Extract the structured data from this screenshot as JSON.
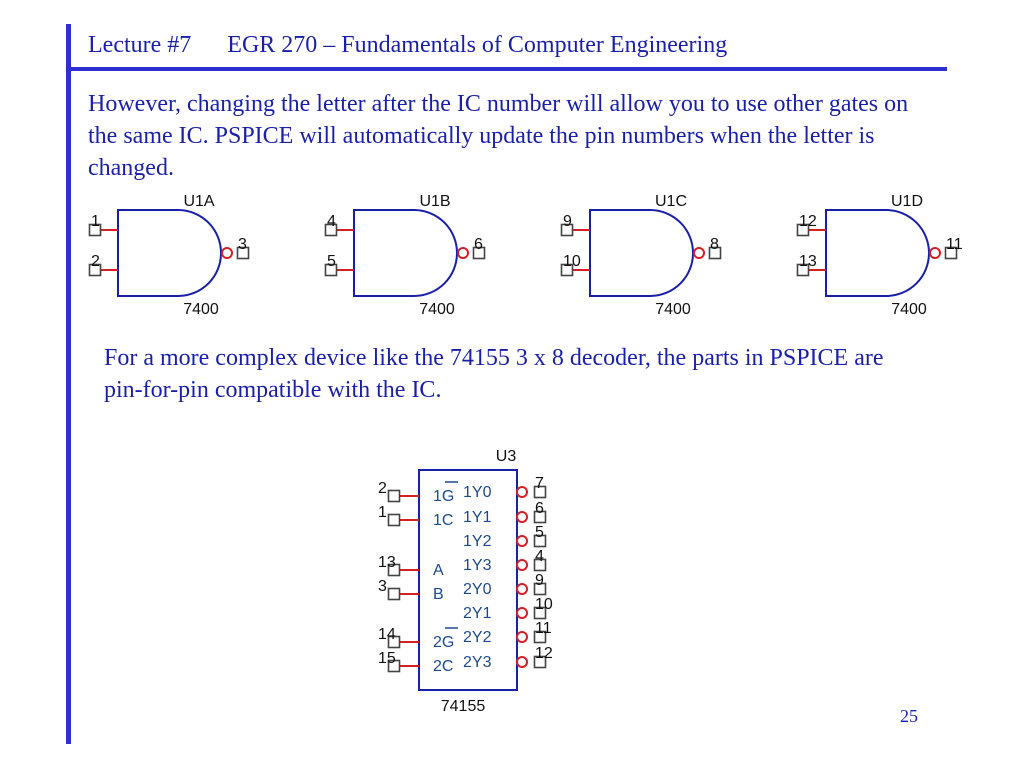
{
  "slide": {
    "header": {
      "lecture": "Lecture #7",
      "course": "EGR 270 – Fundamentals of Computer Engineering"
    },
    "paragraph1": "However, changing the letter after the IC number will allow you to use other gates on the same IC.  PSPICE will automatically update the pin numbers when the letter is changed.",
    "paragraph2": "For a more complex device like the 74155 3 x 8 decoder, the parts in PSPICE are pin-for-pin compatible with the IC.",
    "page_number": "25"
  },
  "gates": [
    {
      "ref": "U1A",
      "part": "7400",
      "in1": "1",
      "in2": "2",
      "out": "3"
    },
    {
      "ref": "U1B",
      "part": "7400",
      "in1": "4",
      "in2": "5",
      "out": "6"
    },
    {
      "ref": "U1C",
      "part": "7400",
      "in1": "9",
      "in2": "10",
      "out": "8"
    },
    {
      "ref": "U1D",
      "part": "7400",
      "in1": "12",
      "in2": "13",
      "out": "11"
    }
  ],
  "decoder": {
    "ref": "U3",
    "part": "74155",
    "left_pins": [
      {
        "num": "2",
        "label": "1G",
        "overbar": true
      },
      {
        "num": "1",
        "label": "1C",
        "overbar": false
      },
      {
        "num": "13",
        "label": "A",
        "overbar": false
      },
      {
        "num": "3",
        "label": "B",
        "overbar": false
      },
      {
        "num": "14",
        "label": "2G",
        "overbar": true
      },
      {
        "num": "15",
        "label": "2C",
        "overbar": false
      }
    ],
    "right_pins": [
      {
        "num": "7",
        "label": "1Y0"
      },
      {
        "num": "6",
        "label": "1Y1"
      },
      {
        "num": "5",
        "label": "1Y2"
      },
      {
        "num": "4",
        "label": "1Y3"
      },
      {
        "num": "9",
        "label": "2Y0"
      },
      {
        "num": "10",
        "label": "2Y1"
      },
      {
        "num": "11",
        "label": "2Y2"
      },
      {
        "num": "12",
        "label": "2Y3"
      }
    ]
  },
  "colors": {
    "title": "#1a1fa8",
    "accent_bar": "#2d2fd0",
    "symbol": "#1a1fa8",
    "pin": "#d42020",
    "label": "#1c4a8a"
  }
}
